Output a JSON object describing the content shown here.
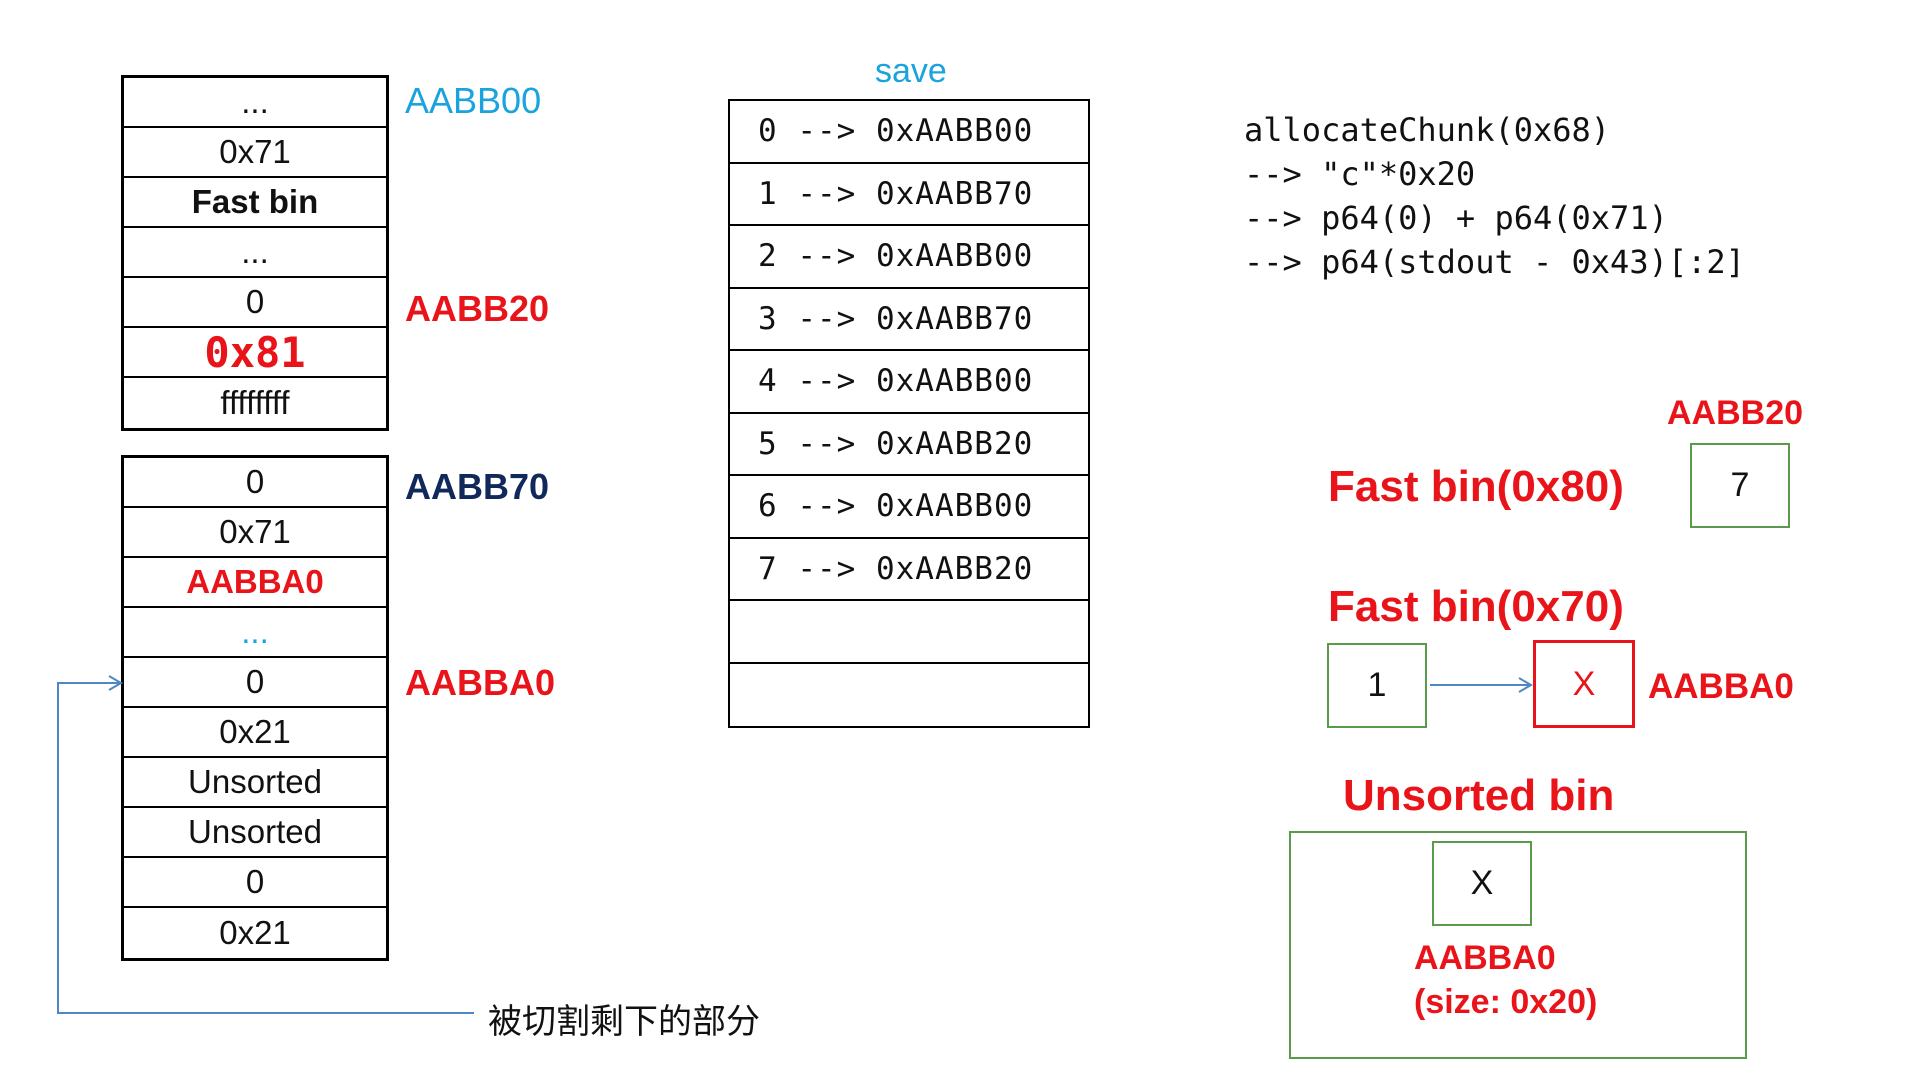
{
  "chunk1": {
    "cells": [
      "...",
      "0x71",
      "Fast bin",
      "...",
      "0",
      "0x81",
      "ffffffff"
    ]
  },
  "chunk2": {
    "cells": [
      "0",
      "0x71",
      "AABBA0",
      "...",
      "0",
      "0x21",
      "Unsorted",
      "Unsorted",
      "0",
      "0x21"
    ]
  },
  "labels": {
    "aabb00": "AABB00",
    "aabb20": "AABB20",
    "aabb70": "AABB70",
    "aabba0": "AABBA0",
    "remainder_note": "被切割剩下的部分"
  },
  "save": {
    "title": "save",
    "rows": [
      "0 --> 0xAABB00",
      "1 --> 0xAABB70",
      "2 --> 0xAABB00",
      "3 --> 0xAABB70",
      "4 --> 0xAABB00",
      "5 --> 0xAABB20",
      "6 --> 0xAABB00",
      "7 --> 0xAABB20",
      "",
      ""
    ]
  },
  "code_lines": [
    "allocateChunk(0x68)",
    "--> \"c\"*0x20",
    "--> p64(0) + p64(0x71)",
    "--> p64(stdout - 0x43)[:2]"
  ],
  "bins": {
    "fast80": {
      "title": "Fast bin(0x80)",
      "addr": "AABB20",
      "node": "7"
    },
    "fast70": {
      "title": "Fast bin(0x70)",
      "node1": "1",
      "node2": "X",
      "addr": "AABBA0"
    },
    "unsorted": {
      "title": "Unsorted bin",
      "node": "X",
      "addr": "AABBA0",
      "size": "(size: 0x20)"
    }
  },
  "colors": {
    "red": "#e8141a",
    "navy": "#10285a",
    "cyan": "#1aa3dc",
    "green": "#5b9a4a",
    "arrow": "#4f86c6"
  }
}
